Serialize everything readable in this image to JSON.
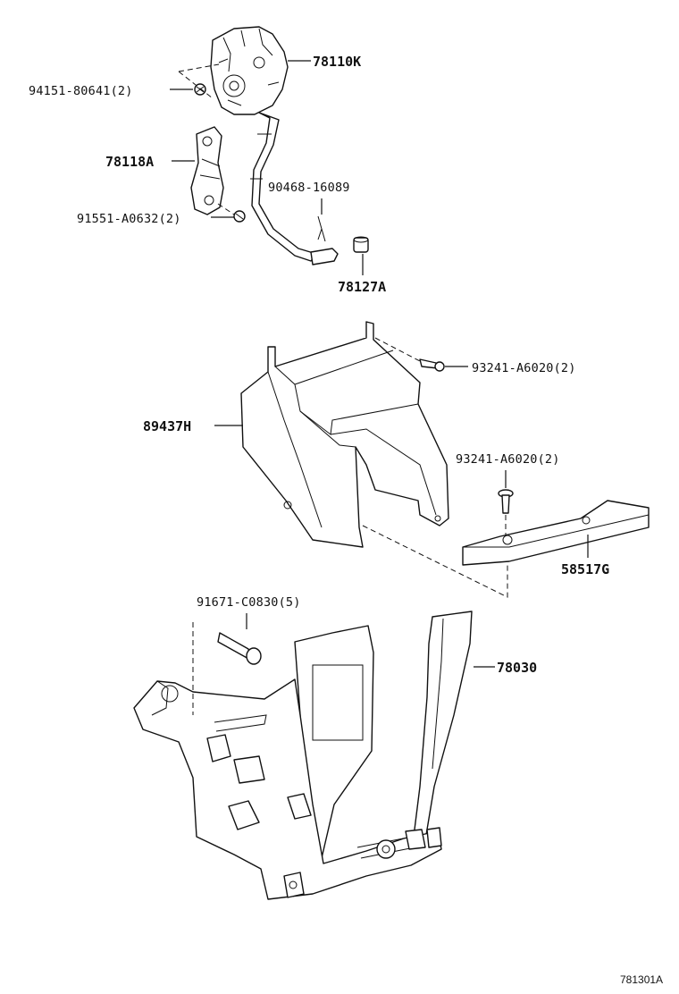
{
  "diagram": {
    "callouts": [
      {
        "id": "78110K",
        "text": "78110K"
      },
      {
        "id": "94151-80641",
        "text": "94151-80641(2)"
      },
      {
        "id": "78118A",
        "text": "78118A"
      },
      {
        "id": "90468-16089",
        "text": "90468-16089"
      },
      {
        "id": "91551-A0632",
        "text": "91551-A0632(2)"
      },
      {
        "id": "78127A",
        "text": "78127A"
      },
      {
        "id": "93241-A6020-top",
        "text": "93241-A6020(2)"
      },
      {
        "id": "89437H",
        "text": "89437H"
      },
      {
        "id": "93241-A6020-mid",
        "text": "93241-A6020(2)"
      },
      {
        "id": "58517G",
        "text": "58517G"
      },
      {
        "id": "91671-C0830",
        "text": "91671-C0830(5)"
      },
      {
        "id": "78030",
        "text": "78030"
      }
    ],
    "figure_ref": "781301A"
  }
}
